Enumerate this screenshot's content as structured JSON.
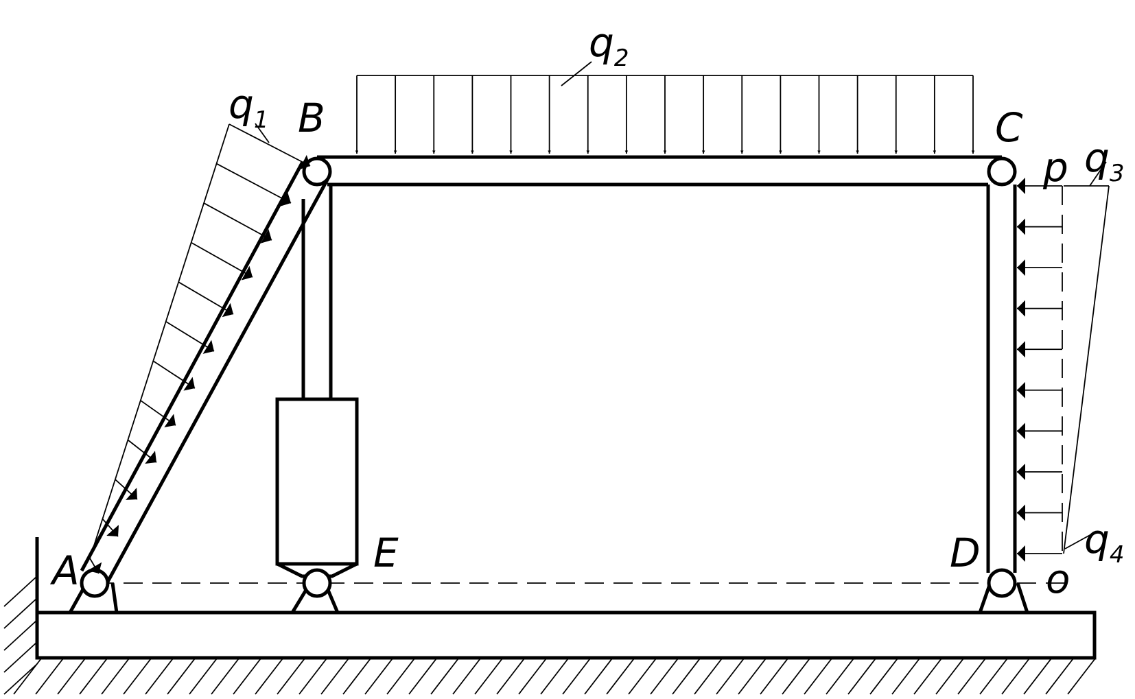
{
  "labels": {
    "A": "A",
    "B": "B",
    "C": "C",
    "D": "D",
    "E": "E",
    "p": "p",
    "o": "o"
  },
  "loads": {
    "q1": {
      "letter": "q",
      "sub": "1"
    },
    "q2": {
      "letter": "q",
      "sub": "2"
    },
    "q3": {
      "letter": "q",
      "sub": "3"
    },
    "q4": {
      "letter": "q",
      "sub": "4"
    }
  },
  "colors": {
    "stroke": "#000000",
    "background": "#ffffff"
  }
}
